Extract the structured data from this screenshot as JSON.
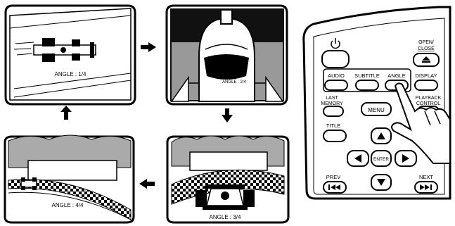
{
  "screens": {
    "s1": {
      "angle": "ANGLE : 1/4"
    },
    "s2": {
      "angle": "ANGLE : 2/4"
    },
    "s3": {
      "angle": "ANGLE : 3/4"
    },
    "s4": {
      "angle": "ANGLE : 4/4"
    }
  },
  "remote": {
    "open_close": [
      "OPEN/",
      "CLOSE"
    ],
    "audio": "AUDIO",
    "subtitle": "SUBTITLE",
    "angle": "ANGLE",
    "display": "DISPLAY",
    "last_memory": [
      "LAST",
      "MEMORY"
    ],
    "menu": "MENU",
    "playback_control": [
      "PLAYBACK",
      "CONTROL"
    ],
    "title": "TITLE",
    "enter": "ENTER",
    "prev": "PREV",
    "next": "NEXT"
  },
  "icons": [
    "power-icon",
    "eject-icon",
    "arrow-up-icon",
    "arrow-down-icon",
    "arrow-left-icon",
    "arrow-right-icon",
    "skip-prev-icon",
    "skip-next-icon",
    "hand-pointer-icon"
  ]
}
